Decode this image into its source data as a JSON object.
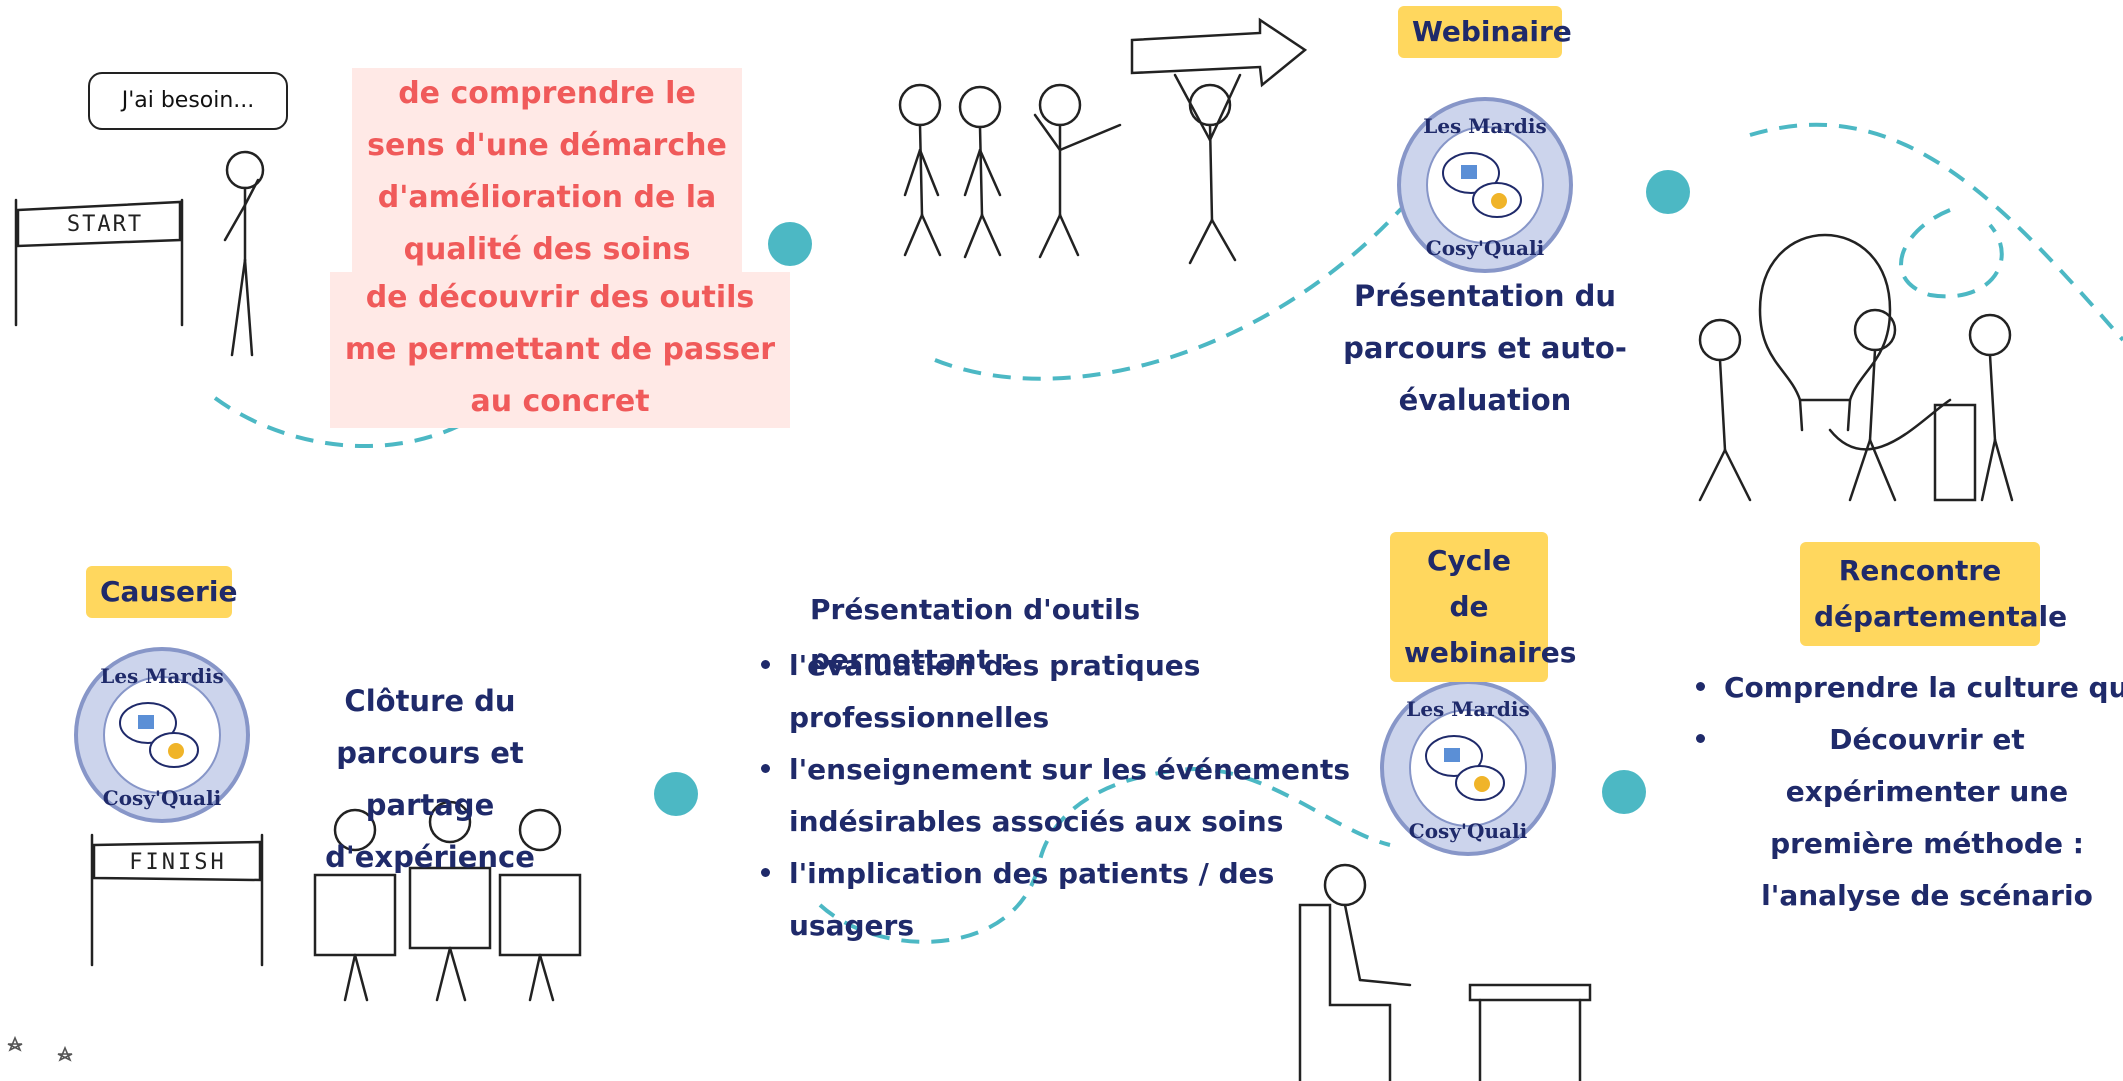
{
  "speech_bubble": "J'ai besoin...",
  "start_banner": "START",
  "finish_banner": "FINISH",
  "needs": [
    "de comprendre le sens d'une démarche d'amélioration de la qualité des soins",
    "de découvrir des outils me permettant de passer au concret"
  ],
  "logo": {
    "line1": "Les Mardis",
    "line2": "Cosy'Quali"
  },
  "steps": {
    "webinaire": {
      "tag": "Webinaire",
      "description": "Présentation du parcours et auto-évaluation"
    },
    "rencontre": {
      "tag": "Rencontre départementale",
      "bullets": [
        "Comprendre la culture qualité",
        "Découvrir et expérimenter une première méthode : l'analyse de scénario"
      ]
    },
    "cycle": {
      "tag": "Cycle de webinaires",
      "intro": "Présentation d'outils permettant :",
      "bullets": [
        "l'évaluation des pratiques professionnelles",
        "l'enseignement sur les événements indésirables associés aux soins",
        "l'implication des patients / des usagers"
      ]
    },
    "causerie": {
      "tag": "Causerie",
      "description": "Clôture du parcours et partage d'expérience"
    }
  },
  "colors": {
    "accent_teal": "#4cb8c4",
    "tag_yellow": "#ffd75e",
    "text_navy": "#1f2a6a",
    "need_red": "#f05a5a",
    "need_bg": "#ffe9e6"
  }
}
